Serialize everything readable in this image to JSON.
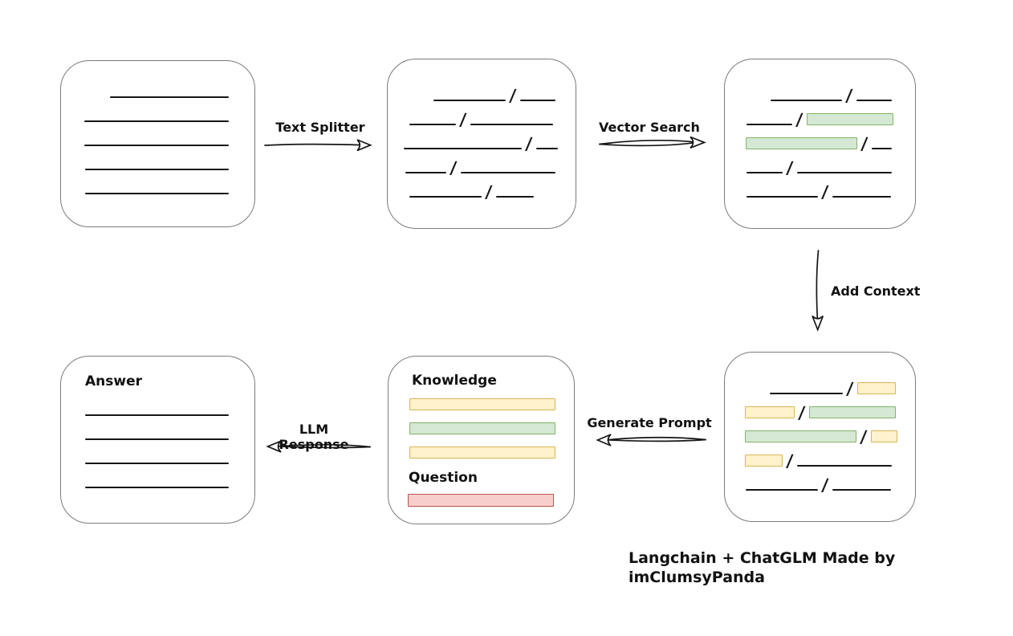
{
  "caption": "Langchain + ChatGLM Made by imClumsyPanda",
  "colors": {
    "box_border": "#7b7b7b",
    "line": "#161616",
    "green_fill": "#d5e8d4",
    "green_border": "#82b366",
    "yellow_fill": "#fff2cc",
    "yellow_border": "#d6b656",
    "red_fill": "#f8cecc",
    "red_border": "#b85450"
  },
  "arrows": {
    "text_splitter": {
      "label": "Text Splitter"
    },
    "vector_search": {
      "label": "Vector Search"
    },
    "add_context": {
      "label": "Add Context"
    },
    "generate_prompt": {
      "label": "Generate Prompt"
    },
    "llm_response": {
      "label": "LLM Response"
    }
  },
  "boxes": {
    "document": {
      "lines": [
        {
          "indent": 61,
          "w": 148
        },
        {
          "indent": 29,
          "w": 180
        },
        {
          "indent": 29,
          "w": 180
        },
        {
          "indent": 30,
          "w": 179
        },
        {
          "indent": 30,
          "w": 179
        }
      ]
    },
    "chunks": {
      "rows": [
        {
          "indent": 57,
          "segs": [
            {
              "t": "line",
              "w": 90
            },
            {
              "t": "line",
              "w": 44
            }
          ]
        },
        {
          "indent": 27,
          "segs": [
            {
              "t": "line",
              "w": 58
            },
            {
              "t": "line",
              "w": 103
            }
          ]
        },
        {
          "indent": 20,
          "segs": [
            {
              "t": "line",
              "w": 147
            },
            {
              "t": "line",
              "w": 27
            }
          ]
        },
        {
          "indent": 22,
          "segs": [
            {
              "t": "line",
              "w": 51
            },
            {
              "t": "line",
              "w": 118
            }
          ]
        },
        {
          "indent": 27,
          "segs": [
            {
              "t": "line",
              "w": 90
            },
            {
              "t": "line",
              "w": 47
            }
          ]
        }
      ]
    },
    "chunks_matched": {
      "rows": [
        {
          "indent": 57,
          "segs": [
            {
              "t": "line",
              "w": 89
            },
            {
              "t": "line",
              "w": 44
            }
          ]
        },
        {
          "indent": 27,
          "segs": [
            {
              "t": "line",
              "w": 57
            },
            {
              "t": "green",
              "w": 108
            }
          ]
        },
        {
          "indent": 26,
          "segs": [
            {
              "t": "green",
              "w": 139
            },
            {
              "t": "line",
              "w": 25
            }
          ]
        },
        {
          "indent": 27,
          "segs": [
            {
              "t": "line",
              "w": 45
            },
            {
              "t": "line",
              "w": 118
            }
          ]
        },
        {
          "indent": 27,
          "segs": [
            {
              "t": "line",
              "w": 89
            },
            {
              "t": "line",
              "w": 73
            }
          ]
        }
      ]
    },
    "chunks_context": {
      "rows": [
        {
          "indent": 56,
          "segs": [
            {
              "t": "line",
              "w": 91
            },
            {
              "t": "yellow",
              "w": 48
            }
          ]
        },
        {
          "indent": 25,
          "segs": [
            {
              "t": "yellow",
              "w": 62
            },
            {
              "t": "green",
              "w": 108
            }
          ]
        },
        {
          "indent": 25,
          "segs": [
            {
              "t": "green",
              "w": 139
            },
            {
              "t": "yellow",
              "w": 33
            }
          ]
        },
        {
          "indent": 25,
          "segs": [
            {
              "t": "yellow",
              "w": 47
            },
            {
              "t": "line",
              "w": 118
            }
          ]
        },
        {
          "indent": 26,
          "segs": [
            {
              "t": "line",
              "w": 90
            },
            {
              "t": "line",
              "w": 73
            }
          ]
        }
      ]
    },
    "prompt": {
      "knowledge_label": "Knowledge",
      "question_label": "Question",
      "knowledge_bars": [
        "yellow",
        "green",
        "yellow"
      ],
      "question_bars": [
        "red"
      ]
    },
    "answer": {
      "label": "Answer",
      "lines": [
        {
          "indent": 30,
          "w": 179
        },
        {
          "indent": 30,
          "w": 179
        },
        {
          "indent": 30,
          "w": 179
        },
        {
          "indent": 30,
          "w": 179
        }
      ]
    }
  }
}
